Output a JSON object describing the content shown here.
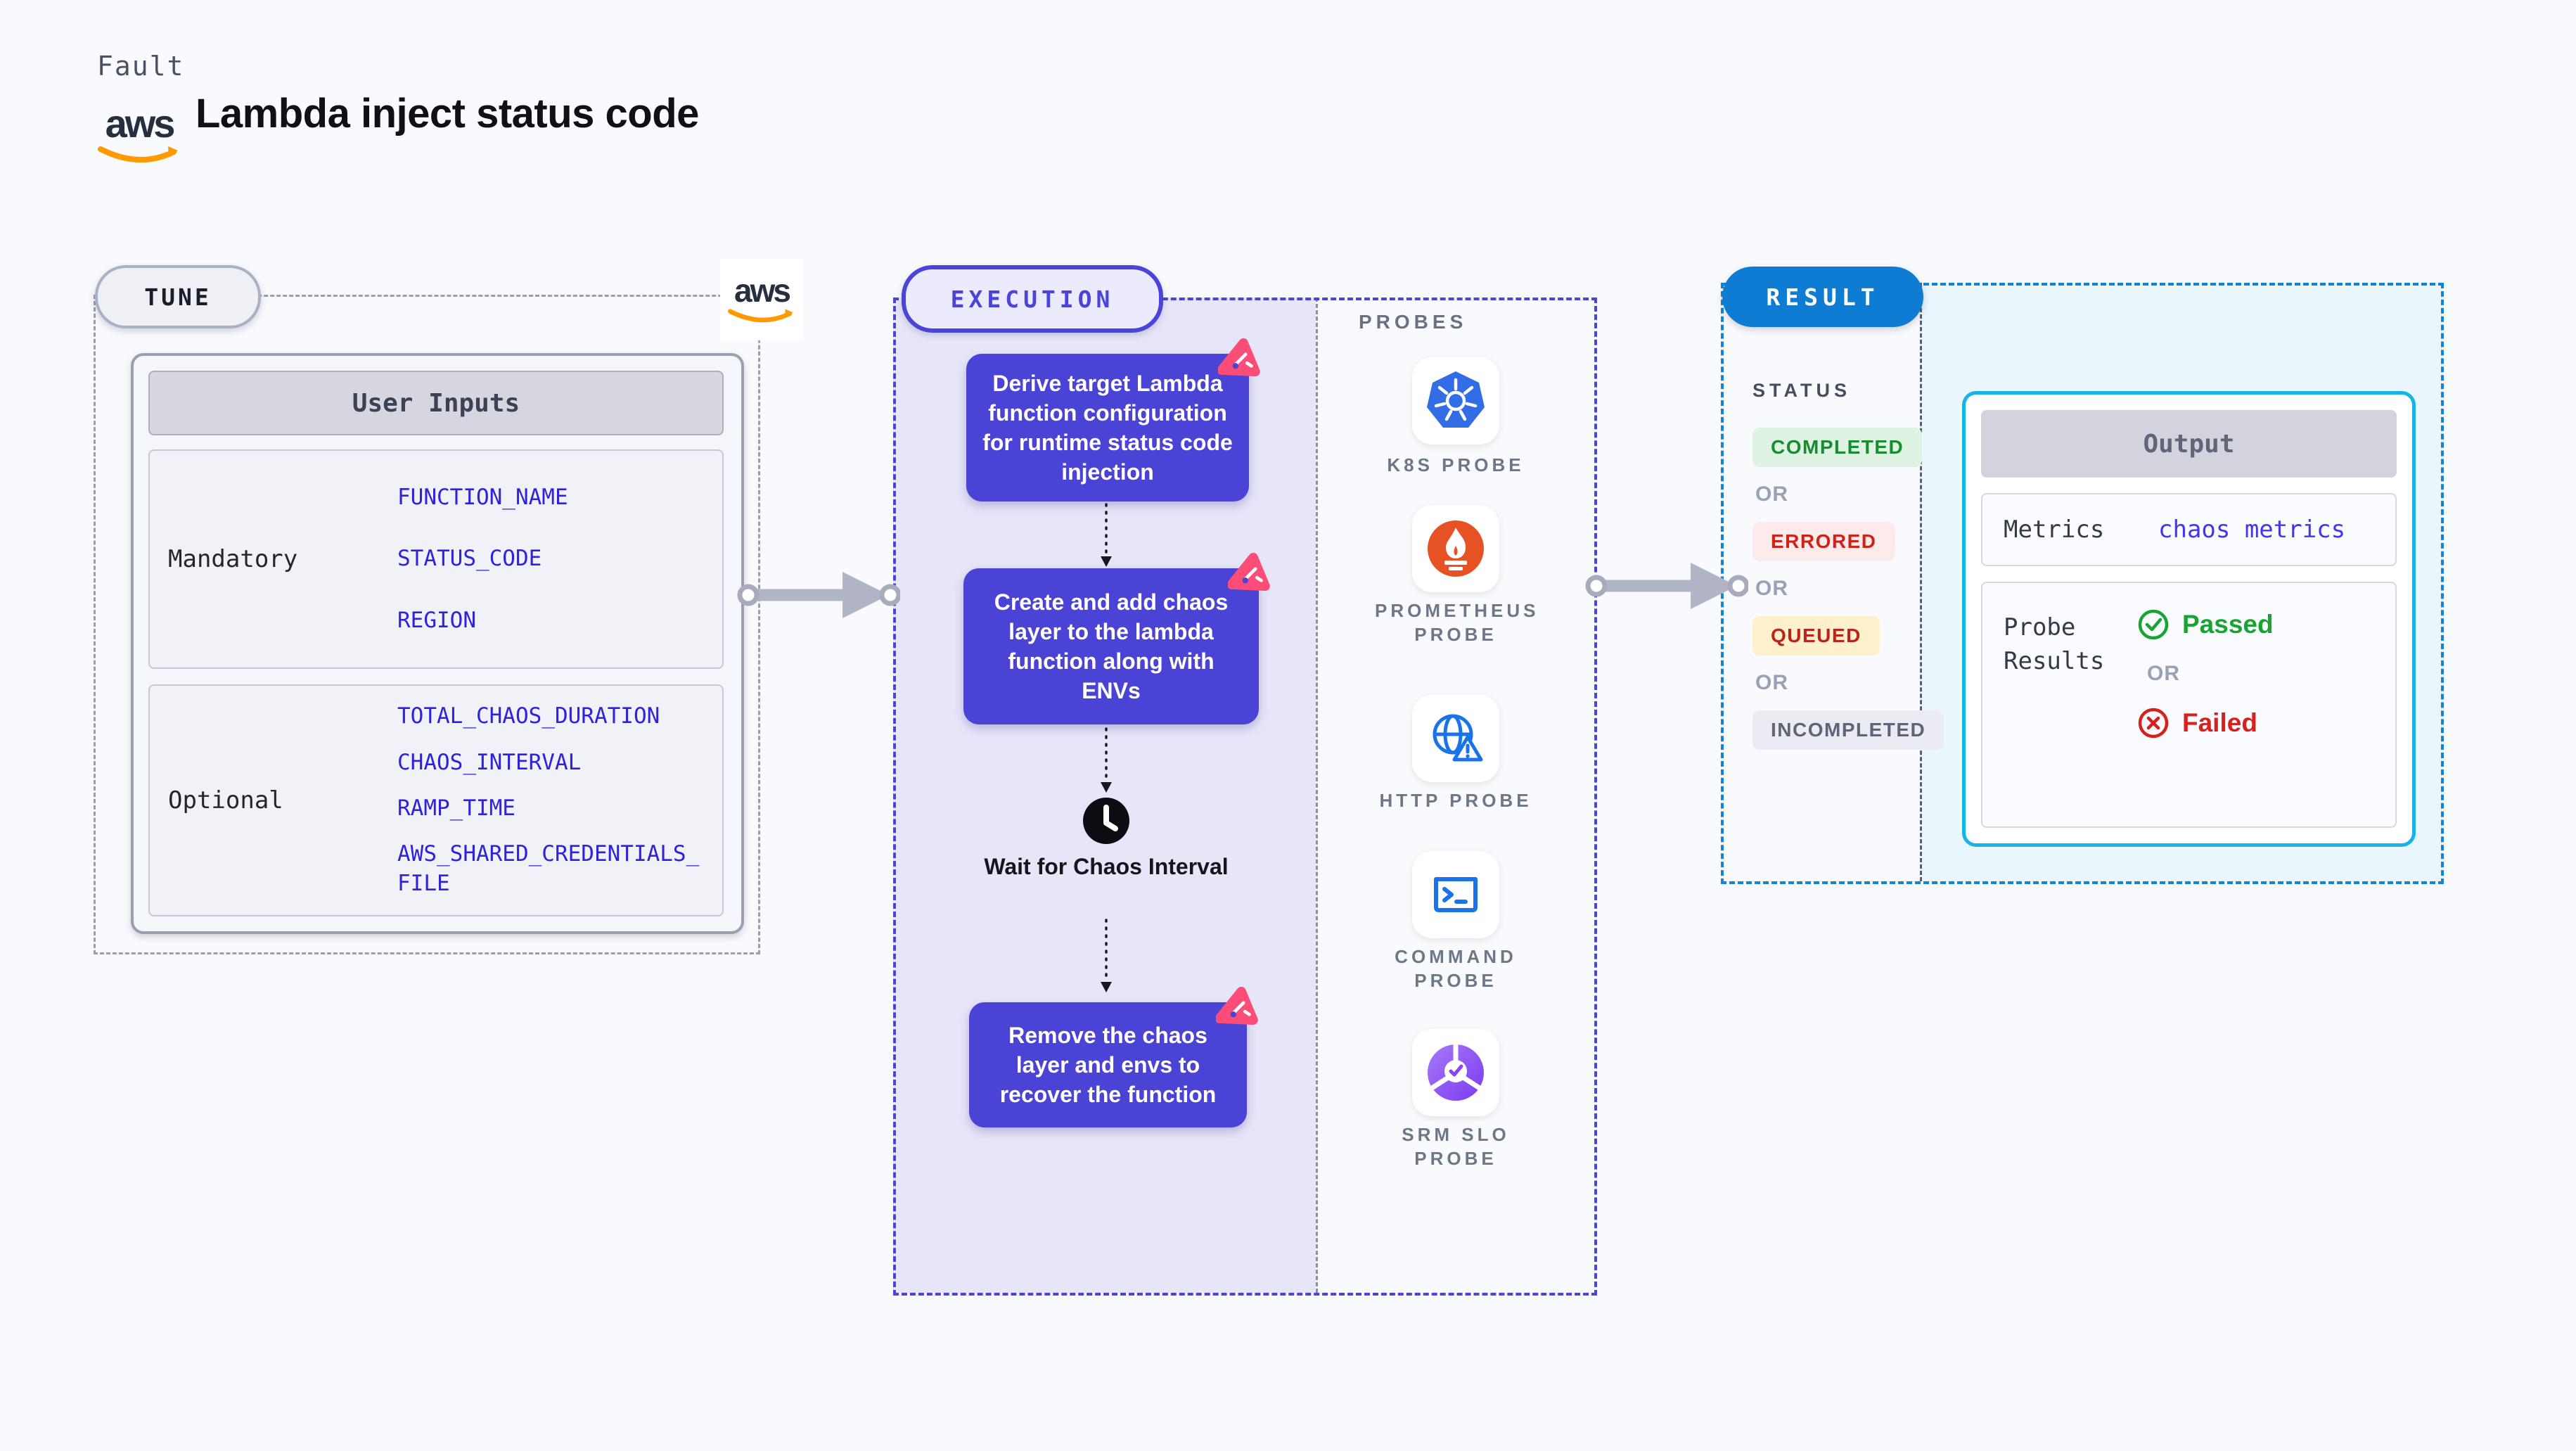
{
  "colors": {
    "page-bg": "#f9fafd",
    "indigo": "#4b44d8",
    "indigo-box": "#4a43d6",
    "lavender": "#e7e6f9",
    "pink": "#fb4d78",
    "tune-dash": "#9aa0ab",
    "probe-divider": "#8b8f9e",
    "result-dash": "#1583d5",
    "result-blue": "#0f7cd4",
    "cyan": "#17b2e8",
    "param-blue": "#2e22dc",
    "metrics-blue": "#4334ee",
    "green": "#1a8c30",
    "green-bg": "#def3e1",
    "red": "#d02318",
    "red-bg": "#fcebea",
    "queued-red": "#b8251c",
    "queued-bg": "#fdf0cb",
    "muted": "#5f6575",
    "muted-bg": "#ebecf3",
    "or-gray": "#9aa1b5",
    "label-gray": "#6e7787",
    "k8s-blue": "#326de6",
    "prom-orange": "#e75225",
    "http-blue": "#1a73e8",
    "srm-purple": "#8b46f2",
    "aws-orange": "#ff9900"
  },
  "header": {
    "eyebrow": "Fault",
    "title": "Lambda inject status code",
    "aws_wordmark": "aws"
  },
  "tune": {
    "badge": "TUNE",
    "aws_wordmark": "aws",
    "table": {
      "title": "User Inputs",
      "mandatory_label": "Mandatory",
      "mandatory_params": [
        "FUNCTION_NAME",
        "STATUS_CODE",
        "REGION"
      ],
      "optional_label": "Optional",
      "optional_params": [
        "TOTAL_CHAOS_DURATION",
        "CHAOS_INTERVAL",
        "RAMP_TIME",
        "AWS_SHARED_CREDENTIALS_FILE"
      ]
    }
  },
  "execution": {
    "badge": "EXECUTION",
    "step1": "Derive target Lambda function configuration for runtime status code injection",
    "step2": "Create and add chaos layer to the lambda function along with ENVs",
    "wait_label": "Wait for Chaos Interval",
    "step3": "Remove the chaos layer and envs to recover the function"
  },
  "probes": {
    "title": "PROBES",
    "items": [
      {
        "name": "K8S PROBE",
        "icon": "kubernetes"
      },
      {
        "name": "PROMETHEUS PROBE",
        "icon": "prometheus"
      },
      {
        "name": "HTTP PROBE",
        "icon": "globe-warning"
      },
      {
        "name": "COMMAND PROBE",
        "icon": "terminal"
      },
      {
        "name": "SRM SLO PROBE",
        "icon": "slo-gauge"
      }
    ]
  },
  "result": {
    "badge": "RESULT",
    "status_title": "STATUS",
    "or": "OR",
    "statuses": [
      {
        "label": "COMPLETED"
      },
      {
        "label": "ERRORED"
      },
      {
        "label": "QUEUED"
      },
      {
        "label": "INCOMPLETED"
      }
    ],
    "output": {
      "title": "Output",
      "metrics_label": "Metrics",
      "metrics_value": "chaos metrics",
      "probe_results_label": "Probe Results",
      "passed": "Passed",
      "failed": "Failed"
    }
  }
}
